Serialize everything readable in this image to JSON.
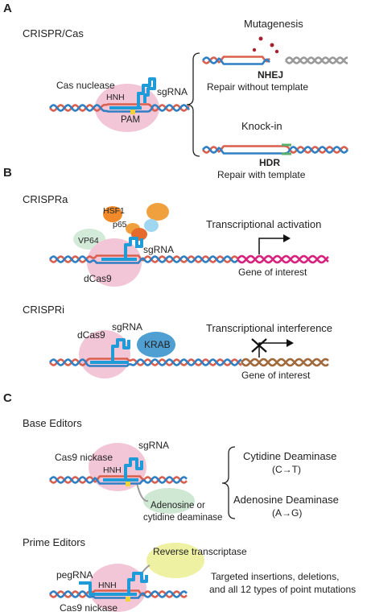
{
  "panels": {
    "a": {
      "letter": "A",
      "title": "CRISPR/Cas",
      "cas_label": "Cas nuclease",
      "hnh_label": "HNH",
      "sgrna_label": "sgRNA",
      "pam_label": "PAM",
      "mutagenesis": {
        "title": "Mutagenesis",
        "name": "NHEJ",
        "desc": "Repair without template"
      },
      "knockin": {
        "title": "Knock-in",
        "name": "HDR",
        "desc": "Repair with template"
      }
    },
    "b": {
      "letter": "B",
      "crispra": {
        "title": "CRISPRa",
        "hsf1": "HSF1",
        "p65": "p65",
        "vp64": "VP64",
        "sgrna": "sgRNA",
        "dcas9": "dCas9",
        "activation": "Transcriptional activation",
        "gene": "Gene of interest"
      },
      "crispri": {
        "title": "CRISPRi",
        "dcas9": "dCas9",
        "sgrna": "sgRNA",
        "krab": "KRAB",
        "interference": "Transcriptional interference",
        "gene": "Gene of interest"
      }
    },
    "c": {
      "letter": "C",
      "base": {
        "title": "Base Editors",
        "nickase": "Cas9 nickase",
        "sgrna": "sgRNA",
        "hnh": "HNH",
        "deaminase_line1": "Adenosine or",
        "deaminase_line2": "cytidine deaminase",
        "cytidine": "Cytidine Deaminase",
        "cytidine_change": "(C→T)",
        "adenosine": "Adenosine Deaminase",
        "adenosine_change": "(A→G)"
      },
      "prime": {
        "title": "Prime Editors",
        "pegrna": "pegRNA",
        "hnh": "HNH",
        "nickase": "Cas9 nickase",
        "rt": "Reverse transcriptase",
        "outcome_line1": "Targeted insertions, deletions,",
        "outcome_line2": "and all 12 types of point mutations"
      }
    }
  },
  "colors": {
    "strand_red": "#d9604f",
    "strand_blue": "#2f7fc4",
    "strand_grey": "#9a9a9a",
    "gene_magenta": "#d6247e",
    "gene_brown": "#a06a3c",
    "cas_pink": "#f2c6d6",
    "sgrna_blue": "#1f9bd8",
    "krab_blue": "#4f9fd2",
    "deaminase_green": "#cfe8d4",
    "rt_yellow": "#eef0a2",
    "vp64_green": "#d4ead9",
    "hsf1_orange": "#f08a2a",
    "p65_orange": "#f0a03c",
    "template_green": "#5ab06a",
    "pam_yellow": "#f2d23a",
    "dsb_red": "#a3222e"
  }
}
